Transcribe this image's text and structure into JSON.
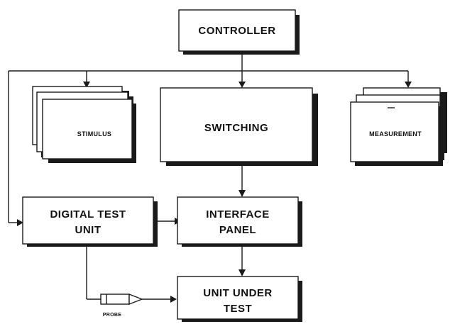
{
  "diagram": {
    "controller": "CONTROLLER",
    "stimulus": "STIMULUS",
    "switching": "SWITCHING",
    "measurement": "MEASUREMENT",
    "digital_test_unit": [
      "DIGITAL TEST",
      "UNIT"
    ],
    "interface_panel": [
      "INTERFACE",
      "PANEL"
    ],
    "unit_under_test": [
      "UNIT UNDER",
      "TEST"
    ],
    "probe": "PROBE"
  },
  "colors": {
    "ink": "#1a1a1a",
    "background": "#ffffff"
  }
}
